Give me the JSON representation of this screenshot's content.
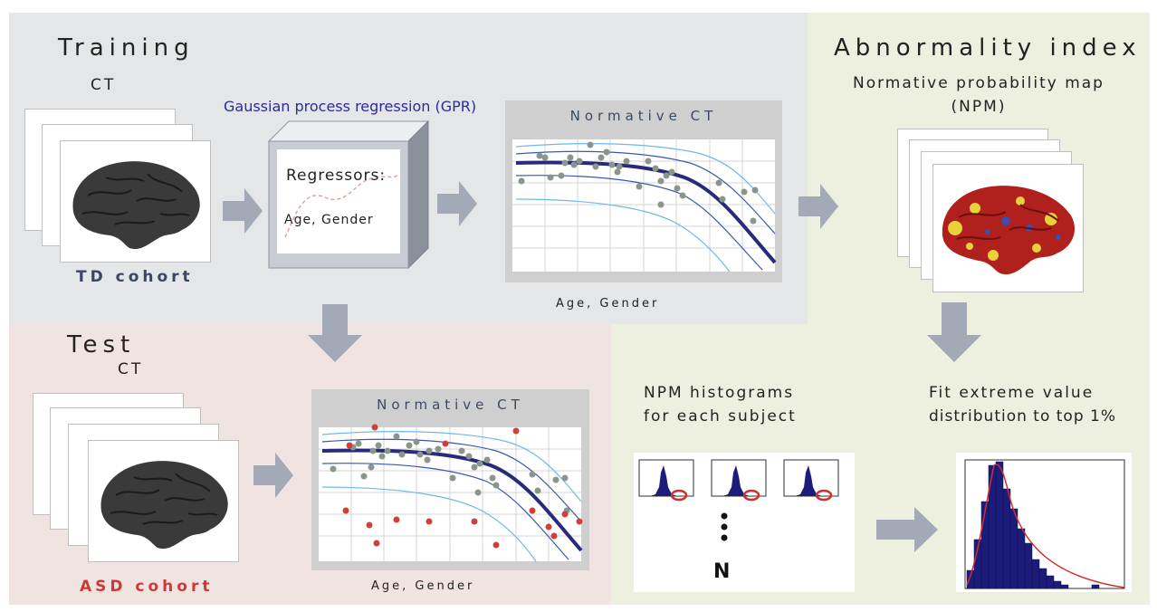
{
  "training": {
    "title": "Training",
    "ct_label": "CT",
    "cohort_label": "TD cohort",
    "gpr_label": "Gaussian process regression (GPR)",
    "regressors_title": "Regressors:",
    "regressors_list": "Age, Gender",
    "normative_title": "Normative CT",
    "axis_label": "Age, Gender"
  },
  "test": {
    "title": "Test",
    "ct_label": "CT",
    "cohort_label": "ASD cohort",
    "normative_title": "Normative CT",
    "axis_label": "Age, Gender"
  },
  "abnormality": {
    "title": "Abnormality index",
    "npm_line1": "Normative probability map",
    "npm_line2": "(NPM)",
    "hist_line1": "NPM histograms",
    "hist_line2": "for each subject",
    "hist_ellipsis": "N",
    "fit_line1": "Fit extreme value",
    "fit_line2": "distribution to top 1%"
  },
  "colors": {
    "training_bg": "#e4e6e7",
    "test_bg": "#efe4e2",
    "abnormality_bg": "#eef0df",
    "arrow": "#a3a9b6",
    "mean_curve": "#2a2a7a",
    "inner_band": "#3a57b0",
    "outer_band": "#6fb8e8",
    "td_points": "#8a968a",
    "asd_points": "#d0403a",
    "cohort_td": "#3b4666",
    "cohort_asd": "#cc3b33",
    "gpr_text": "#2b2aa0"
  }
}
